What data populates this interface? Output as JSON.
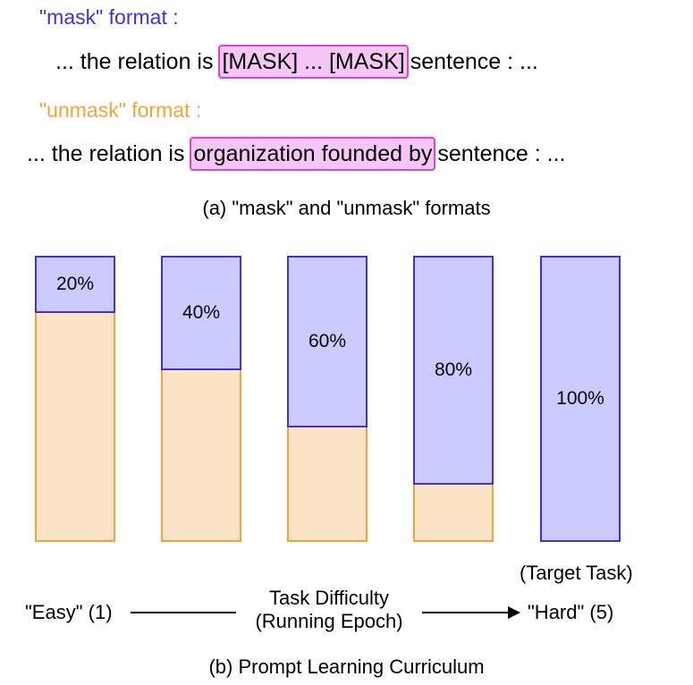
{
  "formats": {
    "mask_title": "\"mask\" format :",
    "mask_prefix": "... the relation is",
    "mask_highlight": "[MASK] ... [MASK]",
    "mask_suffix": "sentence : ...",
    "unmask_title": "\"unmask\" format :",
    "unmask_prefix": "... the relation is",
    "unmask_highlight": "organization founded by",
    "unmask_suffix": "sentence : ...",
    "caption": "(a) \"mask\" and \"unmask\" formats"
  },
  "curriculum": {
    "bars": [
      {
        "mask_fraction": 0.2,
        "label": "20%"
      },
      {
        "mask_fraction": 0.4,
        "label": "40%"
      },
      {
        "mask_fraction": 0.6,
        "label": "60%"
      },
      {
        "mask_fraction": 0.8,
        "label": "80%"
      },
      {
        "mask_fraction": 1.0,
        "label": "100%"
      }
    ],
    "colors": {
      "mask": "#cbcbff",
      "mask_border": "#3a34e0",
      "unmask": "#fde3c6",
      "unmask_border": "#f5a23a"
    },
    "easy_label": "\"Easy\" (1)",
    "hard_label": "\"Hard\" (5)",
    "target_label": "(Target Task)",
    "axis_label_1": "Task Difficulty",
    "axis_label_2": "(Running Epoch)",
    "caption": "(b) Prompt Learning Curriculum"
  }
}
